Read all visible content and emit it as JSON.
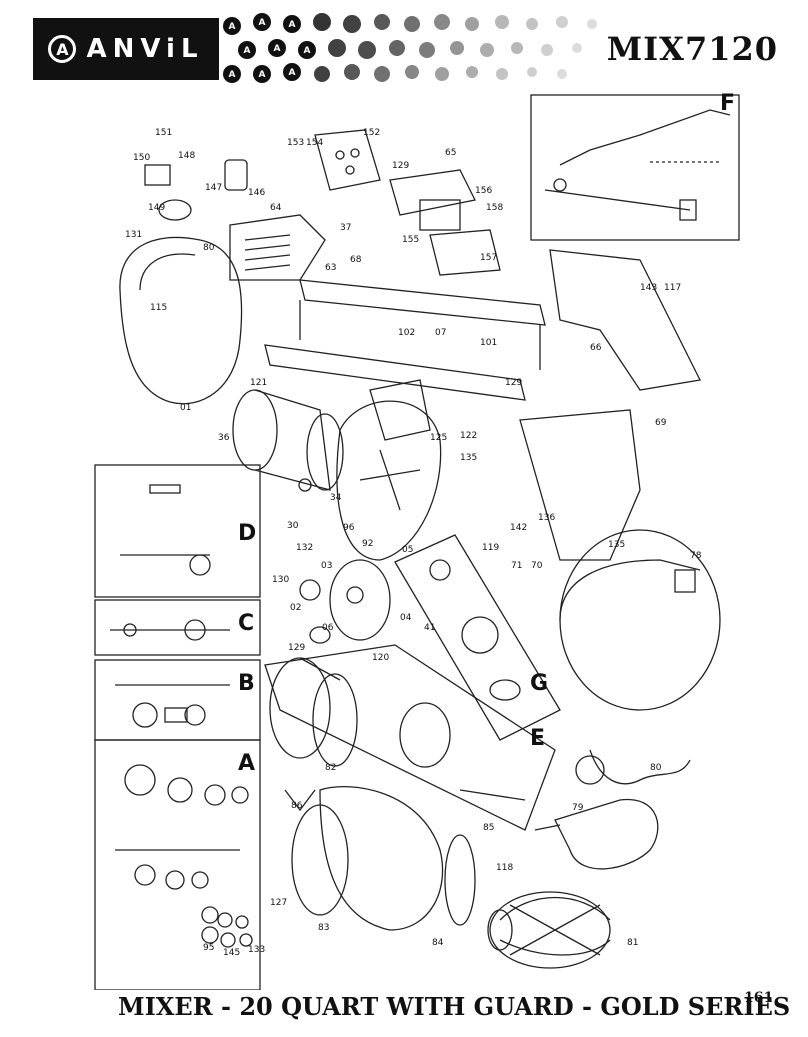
{
  "header": {
    "brand": "ANViL",
    "model": "MIX7120"
  },
  "footer": {
    "title": "MIXER - 20 QUART WITH GUARD - GOLD SERIES",
    "page": "161"
  },
  "sections": [
    "A",
    "B",
    "C",
    "D",
    "E",
    "F",
    "G"
  ],
  "part_labels": [
    "151",
    "150",
    "148",
    "149",
    "147",
    "146",
    "153",
    "154",
    "152",
    "65",
    "129",
    "156",
    "158",
    "64",
    "37",
    "68",
    "155",
    "157",
    "131",
    "80",
    "63",
    "143",
    "117",
    "115",
    "102",
    "07",
    "101",
    "66",
    "121",
    "01",
    "36",
    "129",
    "125",
    "122",
    "135",
    "69",
    "34",
    "30",
    "96",
    "132",
    "92",
    "119",
    "142",
    "136",
    "135",
    "71",
    "70",
    "78",
    "130",
    "03",
    "02",
    "06",
    "04",
    "41",
    "120",
    "05",
    "129",
    "82",
    "86",
    "80",
    "79",
    "85",
    "118",
    "81",
    "127",
    "83",
    "84",
    "95",
    "145",
    "133"
  ]
}
